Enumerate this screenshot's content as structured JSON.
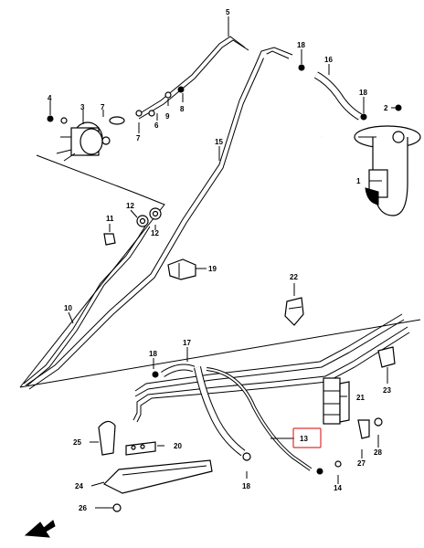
{
  "callouts": {
    "c1": "1",
    "c2": "2",
    "c3": "3",
    "c4": "4",
    "c5": "5",
    "c6": "6",
    "c7a": "7",
    "c7b": "7",
    "c8": "8",
    "c9": "9",
    "c10": "10",
    "c11": "11",
    "c12a": "12",
    "c12b": "12",
    "c13": "13",
    "c14": "14",
    "c15": "15",
    "c16": "16",
    "c17": "17",
    "c18a": "18",
    "c18b": "18",
    "c18c": "18",
    "c18d": "18",
    "c19": "19",
    "c20": "20",
    "c21": "21",
    "c22": "22",
    "c23": "23",
    "c24": "24",
    "c25": "25",
    "c26": "26",
    "c27": "27",
    "c28": "28"
  },
  "highlight": {
    "label": "13",
    "color": "#e03030"
  }
}
